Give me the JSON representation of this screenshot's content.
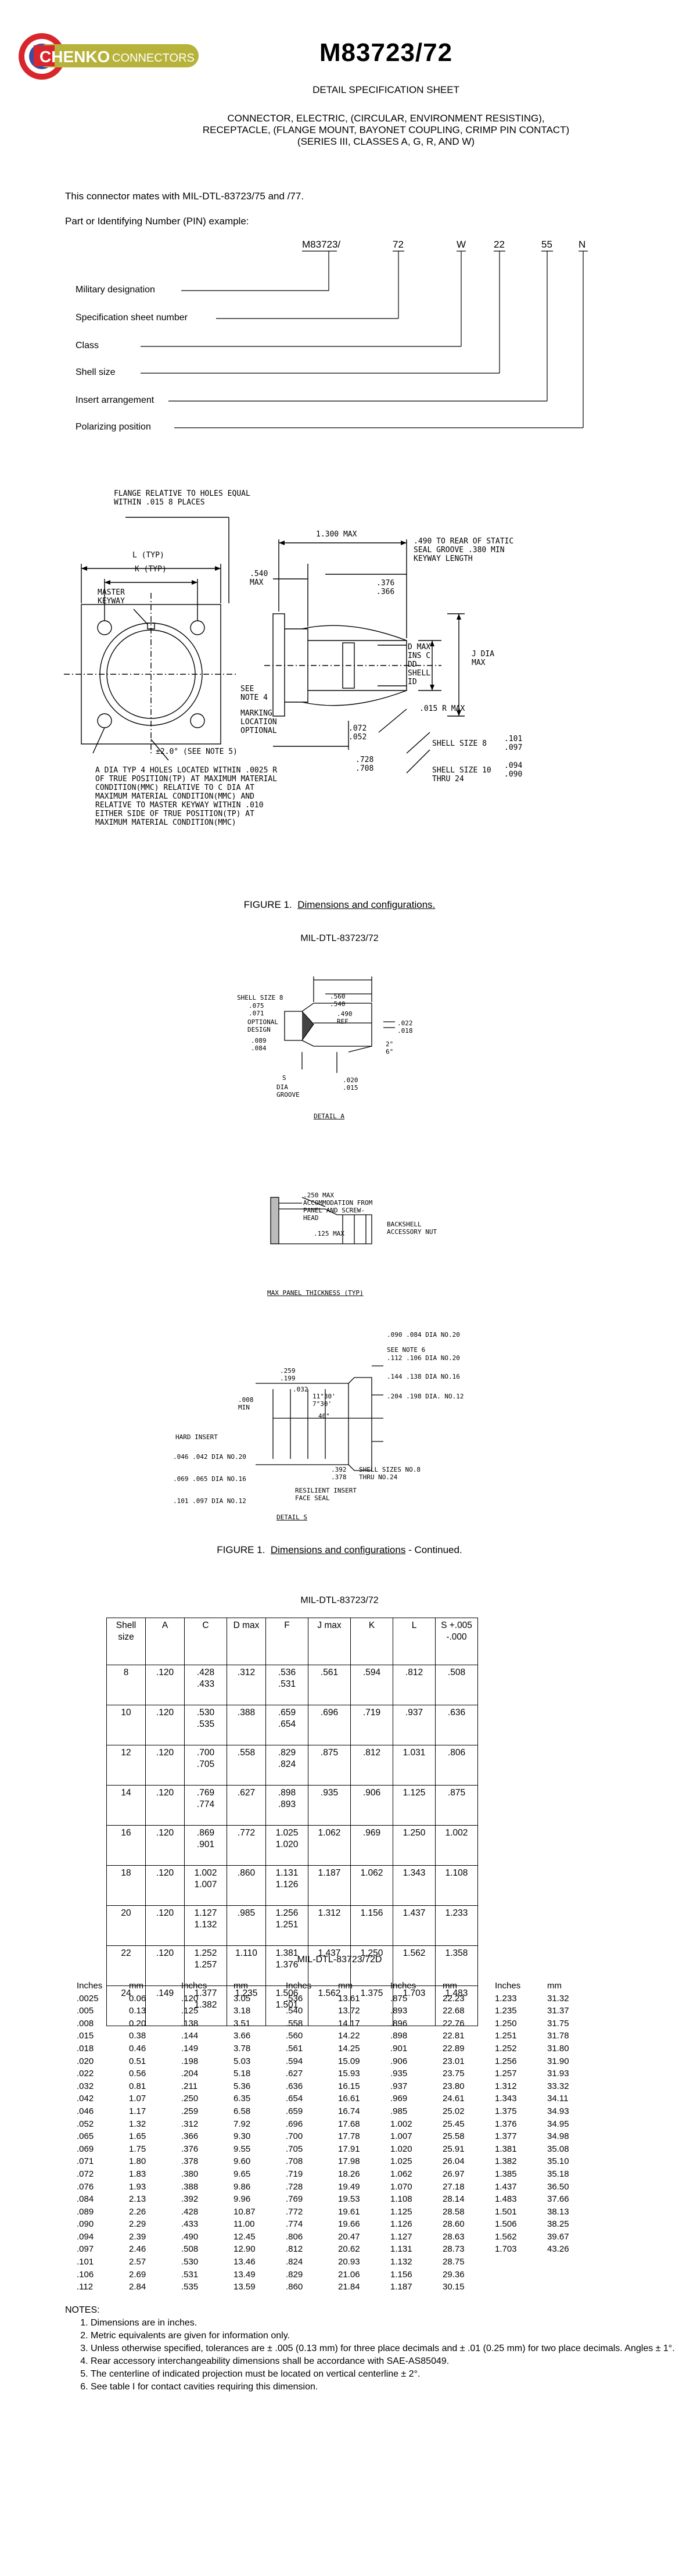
{
  "header": {
    "brand_name": "CHENKO",
    "brand_suffix": "CONNECTORS",
    "part_title": "M83723/72",
    "subtitle": "DETAIL SPECIFICATION SHEET",
    "description": [
      "CONNECTOR, ELECTRIC, (CIRCULAR, ENVIRONMENT RESISTING),",
      "RECEPTACLE, (FLANGE MOUNT, BAYONET COUPLING, CRIMP PIN CONTACT)",
      "(SERIES III, CLASSES A, G, R, AND W)"
    ]
  },
  "intro": {
    "mates": "This connector mates with MIL-DTL-83723/75 and /77.",
    "pin_example": "Part or Identifying Number (PIN) example:"
  },
  "pin": {
    "parts": [
      "M83723/",
      "72",
      "W",
      "22",
      "55",
      "N"
    ],
    "labels": [
      "Military designation",
      "Specification sheet number",
      "Class",
      "Shell size",
      "Insert arrangement",
      "Polarizing position"
    ]
  },
  "figure1": {
    "notes": {
      "flange": "FLANGE RELATIVE TO HOLES EQUAL WITHIN .015 8 PLACES",
      "l": "L (TYP)",
      "k": "K (TYP)",
      "master": "MASTER KEYWAY",
      "see_note5": "±2.0° (SEE NOTE 5)",
      "a_dia": "A DIA TYP 4 HOLES LOCATED WITHIN .0025 R OF TRUE POSITION(TP) AT MAXIMUM MATERIAL CONDITION(MMC) RELATIVE TO C DIA AT MAXIMUM MATERIAL CONDITION(MMC) AND RELATIVE TO MASTER KEYWAY WITHIN .010 EITHER SIDE OF TRUE POSITION(TP) AT MAXIMUM MATERIAL CONDITION(MMC)",
      "dim_1300": "1.300 MAX",
      "dim_540": ".540 MAX",
      "dim_490": ".490 TO REAR OF STATIC SEAL GROOVE .380 MIN KEYWAY LENGTH",
      "dim_376": ".376 .366",
      "see_note4": "SEE NOTE 4",
      "marking": "MARKING LOCATION OPTIONAL",
      "dim_072": ".072 .052",
      "dim_728": ".728 .708",
      "r015": ".015 R MAX",
      "dmax": "D MAX INS C DD SHELL ID",
      "jdia": "J DIA MAX",
      "shell8": "SHELL SIZE 8",
      "shell8v": ".101 .097",
      "shell10": "SHELL SIZE 10 THRU 24",
      "shell10v": ".094 .090"
    },
    "caption_label": "FIGURE 1.",
    "caption_text": "Dimensions and configurations.",
    "caption_cont_text": "Dimensions and configurations",
    "caption_cont_suffix": " - Continued.",
    "spec_ref": "MIL-DTL-83723/72"
  },
  "detail_a": {
    "label": "DETAIL A",
    "shell": "SHELL SIZE 8",
    "v1": ".075 .071",
    "opt": "OPTIONAL DESIGN",
    "v2": ".089 .084",
    "v3": ".560 .540",
    "v4": ".490 REF",
    "v5": ".022 .018",
    "v6": "2° 6°",
    "v7": ".020 .015",
    "dia": "DIA GROOVE",
    "s": "S"
  },
  "panel": {
    "label": "MAX PANEL THICKNESS (TYP)",
    "v1": ".250 MAX ACCOMMODATION FROM PANEL AND SCREW-HEAD",
    "v2": ".125 MAX",
    "v3": "BACKSHELL ACCESSORY NUT"
  },
  "detail_s": {
    "label": "DETAIL S",
    "items": [
      ".090 .084 DIA NO.20",
      "SEE NOTE 6",
      ".112 .106 DIA NO.20",
      ".144 .138 DIA NO.16",
      ".204 .198 DIA. NO.12",
      ".259 .199",
      ".032",
      ".008 MIN",
      "11°30' 7°30'",
      "40°",
      "HARD INSERT",
      ".046 .042 DIA NO.20",
      ".069 .065 DIA NO.16",
      ".101 .097 DIA NO.12",
      ".392 .378",
      "SHELL SIZES NO.8 THRU NO.24",
      "RESILIENT INSERT FACE SEAL"
    ]
  },
  "table1": {
    "title": "MIL-DTL-83723/72",
    "headers": [
      "Shell size",
      "A",
      "C",
      "D max",
      "F",
      "J max",
      "K",
      "L",
      "S +.005 -.000"
    ],
    "rows": [
      [
        "8",
        ".120",
        ".428 .433",
        ".312",
        ".536 .531",
        ".561",
        ".594",
        ".812",
        ".508"
      ],
      [
        "10",
        ".120",
        ".530 .535",
        ".388",
        ".659 .654",
        ".696",
        ".719",
        ".937",
        ".636"
      ],
      [
        "12",
        ".120",
        ".700 .705",
        ".558",
        ".829 .824",
        ".875",
        ".812",
        "1.031",
        ".806"
      ],
      [
        "14",
        ".120",
        ".769 .774",
        ".627",
        ".898 .893",
        ".935",
        ".906",
        "1.125",
        ".875"
      ],
      [
        "16",
        ".120",
        ".869 .901",
        ".772",
        "1.025 1.020",
        "1.062",
        ".969",
        "1.250",
        "1.002"
      ],
      [
        "18",
        ".120",
        "1.002 1.007",
        ".860",
        "1.131 1.126",
        "1.187",
        "1.062",
        "1.343",
        "1.108"
      ],
      [
        "20",
        ".120",
        "1.127 1.132",
        ".985",
        "1.256 1.251",
        "1.312",
        "1.156",
        "1.437",
        "1.233"
      ],
      [
        "22",
        ".120",
        "1.252 1.257",
        "1.110",
        "1.381 1.376",
        "1.437",
        "1.250",
        "1.562",
        "1.358"
      ],
      [
        "24",
        ".149",
        "1.377 1.382",
        "1.235",
        "1.506 1.501",
        "1.562",
        "1.375",
        "1.703",
        "1.483"
      ]
    ]
  },
  "table2": {
    "title": "MIL-DTL-83723/72D",
    "headers": [
      "Inches",
      "mm"
    ],
    "columns": [
      [
        [
          ".0025",
          "0.06"
        ],
        [
          ".005",
          "0.13"
        ],
        [
          ".008",
          "0.20"
        ],
        [
          ".015",
          "0.38"
        ],
        [
          ".018",
          "0.46"
        ],
        [
          ".020",
          "0.51"
        ],
        [
          ".022",
          "0.56"
        ],
        [
          ".032",
          "0.81"
        ],
        [
          ".042",
          "1.07"
        ],
        [
          ".046",
          "1.17"
        ],
        [
          ".052",
          "1.32"
        ],
        [
          ".065",
          "1.65"
        ],
        [
          ".069",
          "1.75"
        ],
        [
          ".071",
          "1.80"
        ],
        [
          ".072",
          "1.83"
        ],
        [
          ".076",
          "1.93"
        ],
        [
          ".084",
          "2.13"
        ],
        [
          ".089",
          "2.26"
        ],
        [
          ".090",
          "2.29"
        ],
        [
          ".094",
          "2.39"
        ],
        [
          ".097",
          "2.46"
        ],
        [
          ".101",
          "2.57"
        ],
        [
          ".106",
          "2.69"
        ],
        [
          ".112",
          "2.84"
        ]
      ],
      [
        [
          ".120",
          "3.05"
        ],
        [
          ".125",
          "3.18"
        ],
        [
          ".138",
          "3.51"
        ],
        [
          ".144",
          "3.66"
        ],
        [
          ".149",
          "3.78"
        ],
        [
          ".198",
          "5.03"
        ],
        [
          ".204",
          "5.18"
        ],
        [
          ".211",
          "5.36"
        ],
        [
          ".250",
          "6.35"
        ],
        [
          ".259",
          "6.58"
        ],
        [
          ".312",
          "7.92"
        ],
        [
          ".366",
          "9.30"
        ],
        [
          ".376",
          "9.55"
        ],
        [
          ".378",
          "9.60"
        ],
        [
          ".380",
          "9.65"
        ],
        [
          ".388",
          "9.86"
        ],
        [
          ".392",
          "9.96"
        ],
        [
          ".428",
          "10.87"
        ],
        [
          ".433",
          "11.00"
        ],
        [
          ".490",
          "12.45"
        ],
        [
          ".508",
          "12.90"
        ],
        [
          ".530",
          "13.46"
        ],
        [
          ".531",
          "13.49"
        ],
        [
          ".535",
          "13.59"
        ]
      ],
      [
        [
          ".536",
          "13.61"
        ],
        [
          ".540",
          "13.72"
        ],
        [
          ".558",
          "14.17"
        ],
        [
          ".560",
          "14.22"
        ],
        [
          ".561",
          "14.25"
        ],
        [
          ".594",
          "15.09"
        ],
        [
          ".627",
          "15.93"
        ],
        [
          ".636",
          "16.15"
        ],
        [
          ".654",
          "16.61"
        ],
        [
          ".659",
          "16.74"
        ],
        [
          ".696",
          "17.68"
        ],
        [
          ".700",
          "17.78"
        ],
        [
          ".705",
          "17.91"
        ],
        [
          ".708",
          "17.98"
        ],
        [
          ".719",
          "18.26"
        ],
        [
          ".728",
          "19.49"
        ],
        [
          ".769",
          "19.53"
        ],
        [
          ".772",
          "19.61"
        ],
        [
          ".774",
          "19.66"
        ],
        [
          ".806",
          "20.47"
        ],
        [
          ".812",
          "20.62"
        ],
        [
          ".824",
          "20.93"
        ],
        [
          ".829",
          "21.06"
        ],
        [
          ".860",
          "21.84"
        ]
      ],
      [
        [
          ".875",
          "22.23"
        ],
        [
          ".893",
          "22.68"
        ],
        [
          ".896",
          "22.76"
        ],
        [
          ".898",
          "22.81"
        ],
        [
          ".901",
          "22.89"
        ],
        [
          ".906",
          "23.01"
        ],
        [
          ".935",
          "23.75"
        ],
        [
          ".937",
          "23.80"
        ],
        [
          ".969",
          "24.61"
        ],
        [
          ".985",
          "25.02"
        ],
        [
          "1.002",
          "25.45"
        ],
        [
          "1.007",
          "25.58"
        ],
        [
          "1.020",
          "25.91"
        ],
        [
          "1.025",
          "26.04"
        ],
        [
          "1.062",
          "26.97"
        ],
        [
          "1.070",
          "27.18"
        ],
        [
          "1.108",
          "28.14"
        ],
        [
          "1.125",
          "28.58"
        ],
        [
          "1.126",
          "28.60"
        ],
        [
          "1.127",
          "28.63"
        ],
        [
          "1.131",
          "28.73"
        ],
        [
          "1.132",
          "28.75"
        ],
        [
          "1.156",
          "29.36"
        ],
        [
          "1.187",
          "30.15"
        ]
      ],
      [
        [
          "1.233",
          "31.32"
        ],
        [
          "1.235",
          "31.37"
        ],
        [
          "1.250",
          "31.75"
        ],
        [
          "1.251",
          "31.78"
        ],
        [
          "1.252",
          "31.80"
        ],
        [
          "1.256",
          "31.90"
        ],
        [
          "1.257",
          "31.93"
        ],
        [
          "1.312",
          "33.32"
        ],
        [
          "1.343",
          "34.11"
        ],
        [
          "1.375",
          "34.93"
        ],
        [
          "1.376",
          "34.95"
        ],
        [
          "1.377",
          "34.98"
        ],
        [
          "1.381",
          "35.08"
        ],
        [
          "1.382",
          "35.10"
        ],
        [
          "1.385",
          "35.18"
        ],
        [
          "1.437",
          "36.50"
        ],
        [
          "1.483",
          "37.66"
        ],
        [
          "1.501",
          "38.13"
        ],
        [
          "1.506",
          "38.25"
        ],
        [
          "1.562",
          "39.67"
        ],
        [
          "1.703",
          "43.26"
        ]
      ]
    ]
  },
  "notes": {
    "title": "NOTES:",
    "items": [
      "Dimensions are in inches.",
      "Metric equivalents are given for information only.",
      "Unless otherwise specified, tolerances are ± .005 (0.13 mm) for three place decimals and ± .01 (0.25 mm) for two place decimals.  Angles ± 1°.",
      "Rear accessory interchangeability dimensions shall be accordance with SAE-AS85049.",
      "The centerline of indicated projection must be located on vertical centerline ± 2°.",
      "See table I for contact cavities requiring this dimension."
    ]
  },
  "colors": {
    "logo_red": "#d7262c",
    "logo_olive": "#b6b23a",
    "ink": "#000000"
  }
}
